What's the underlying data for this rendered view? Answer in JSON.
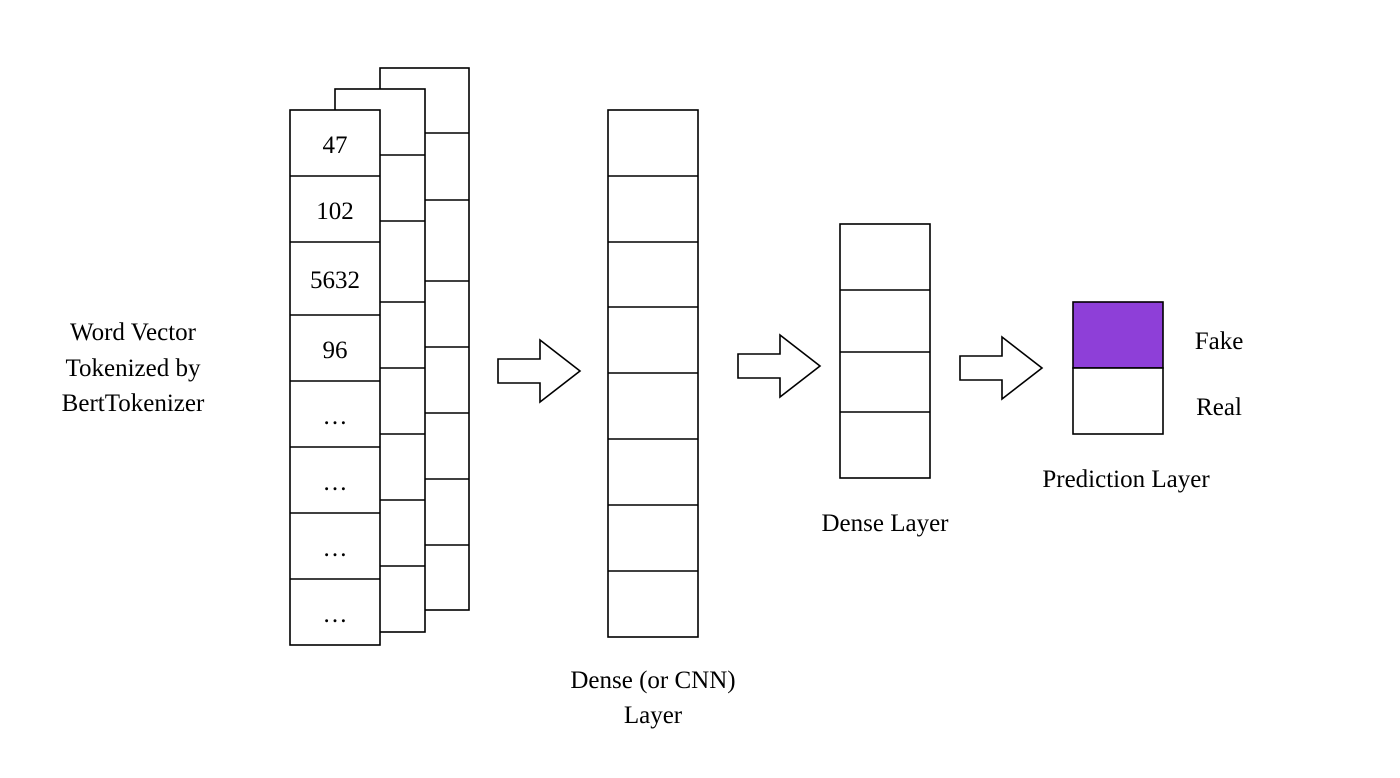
{
  "input": {
    "label_lines": [
      "Word Vector",
      "Tokenized by",
      "BertTokenizer"
    ],
    "tokens": [
      "47",
      "102",
      "5632",
      "96",
      "…",
      "…",
      "…",
      "…"
    ]
  },
  "dense_cnn": {
    "label_lines": [
      "Dense (or CNN)",
      "Layer"
    ]
  },
  "dense": {
    "label": "Dense Layer"
  },
  "prediction": {
    "label": "Prediction Layer",
    "outputs": [
      "Fake",
      "Real"
    ],
    "highlight_color": "#8e3fd8"
  }
}
